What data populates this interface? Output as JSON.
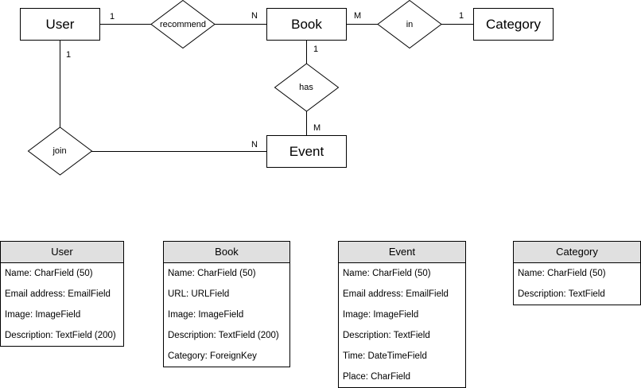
{
  "entities": {
    "user": "User",
    "book": "Book",
    "category": "Category",
    "event": "Event"
  },
  "relationships": {
    "recommend": "recommend",
    "in": "in",
    "has": "has",
    "join": "join"
  },
  "cardinalities": {
    "recommend_user": "1",
    "recommend_book": "N",
    "in_book": "M",
    "in_category": "1",
    "has_book": "1",
    "has_event": "M",
    "join_user": "1",
    "join_event": "N"
  },
  "tables": [
    {
      "title": "User",
      "fields": [
        "Name: CharField (50)",
        "Email address: EmailField",
        "Image: ImageField",
        "Description: TextField (200)"
      ]
    },
    {
      "title": "Book",
      "fields": [
        "Name: CharField (50)",
        "URL: URLField",
        "Image: ImageField",
        "Description: TextField (200)",
        "Category: ForeignKey"
      ]
    },
    {
      "title": "Event",
      "fields": [
        "Name: CharField (50)",
        "Email address: EmailField",
        "Image: ImageField",
        "Description: TextField",
        "Time: DateTimeField",
        "Place: CharField"
      ]
    },
    {
      "title": "Category",
      "fields": [
        "Name: CharField (50)",
        "Description: TextField"
      ]
    }
  ],
  "colors": {
    "line": "#000000",
    "header_fill": "#e0e0e0",
    "background": "#ffffff"
  }
}
